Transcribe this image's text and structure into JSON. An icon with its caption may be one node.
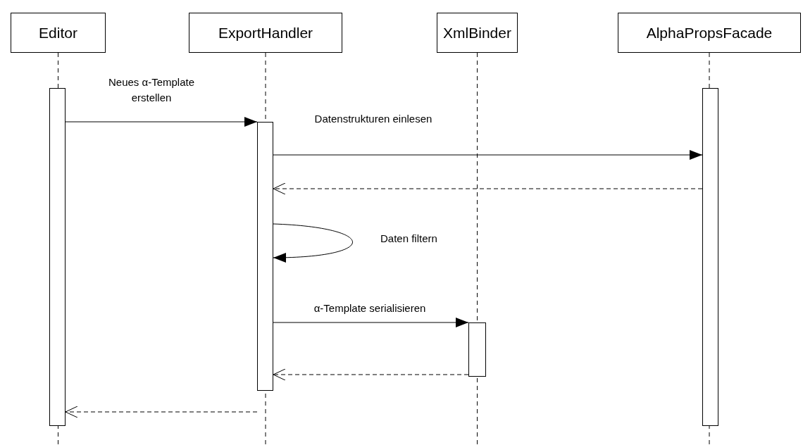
{
  "diagram": {
    "nodes": [
      {
        "text": [
          "Editor"
        ]
      },
      {
        "text": [
          "ExportHandler"
        ]
      },
      {
        "text": [
          "XmlBinder"
        ]
      },
      {
        "text": [
          "AlphaPropsFacade"
        ]
      },
      {
        "text": [],
        "shape": "bar"
      },
      {
        "text": [],
        "shape": "bar"
      },
      {
        "text": [],
        "shape": "bar"
      },
      {
        "text": [],
        "shape": "bar"
      }
    ],
    "edges": [
      {
        "from": 4,
        "to": 5,
        "arrow": "to",
        "label": "Neues α-Template erstellen"
      },
      {
        "from": 5,
        "to": 7,
        "arrow": "to",
        "label": "Datenstrukturen einlesen"
      },
      {
        "from": 7,
        "to": 5,
        "arrow": "to",
        "style": "dashed"
      },
      {
        "from": 5,
        "to": 5,
        "arrow": "to",
        "label": "Daten filtern"
      },
      {
        "from": 5,
        "to": 6,
        "arrow": "to",
        "label": "α-Template serialisieren"
      },
      {
        "from": 6,
        "to": 5,
        "arrow": "to",
        "style": "dashed"
      },
      {
        "from": 5,
        "to": 4,
        "arrow": "to",
        "style": "dashed"
      }
    ]
  }
}
